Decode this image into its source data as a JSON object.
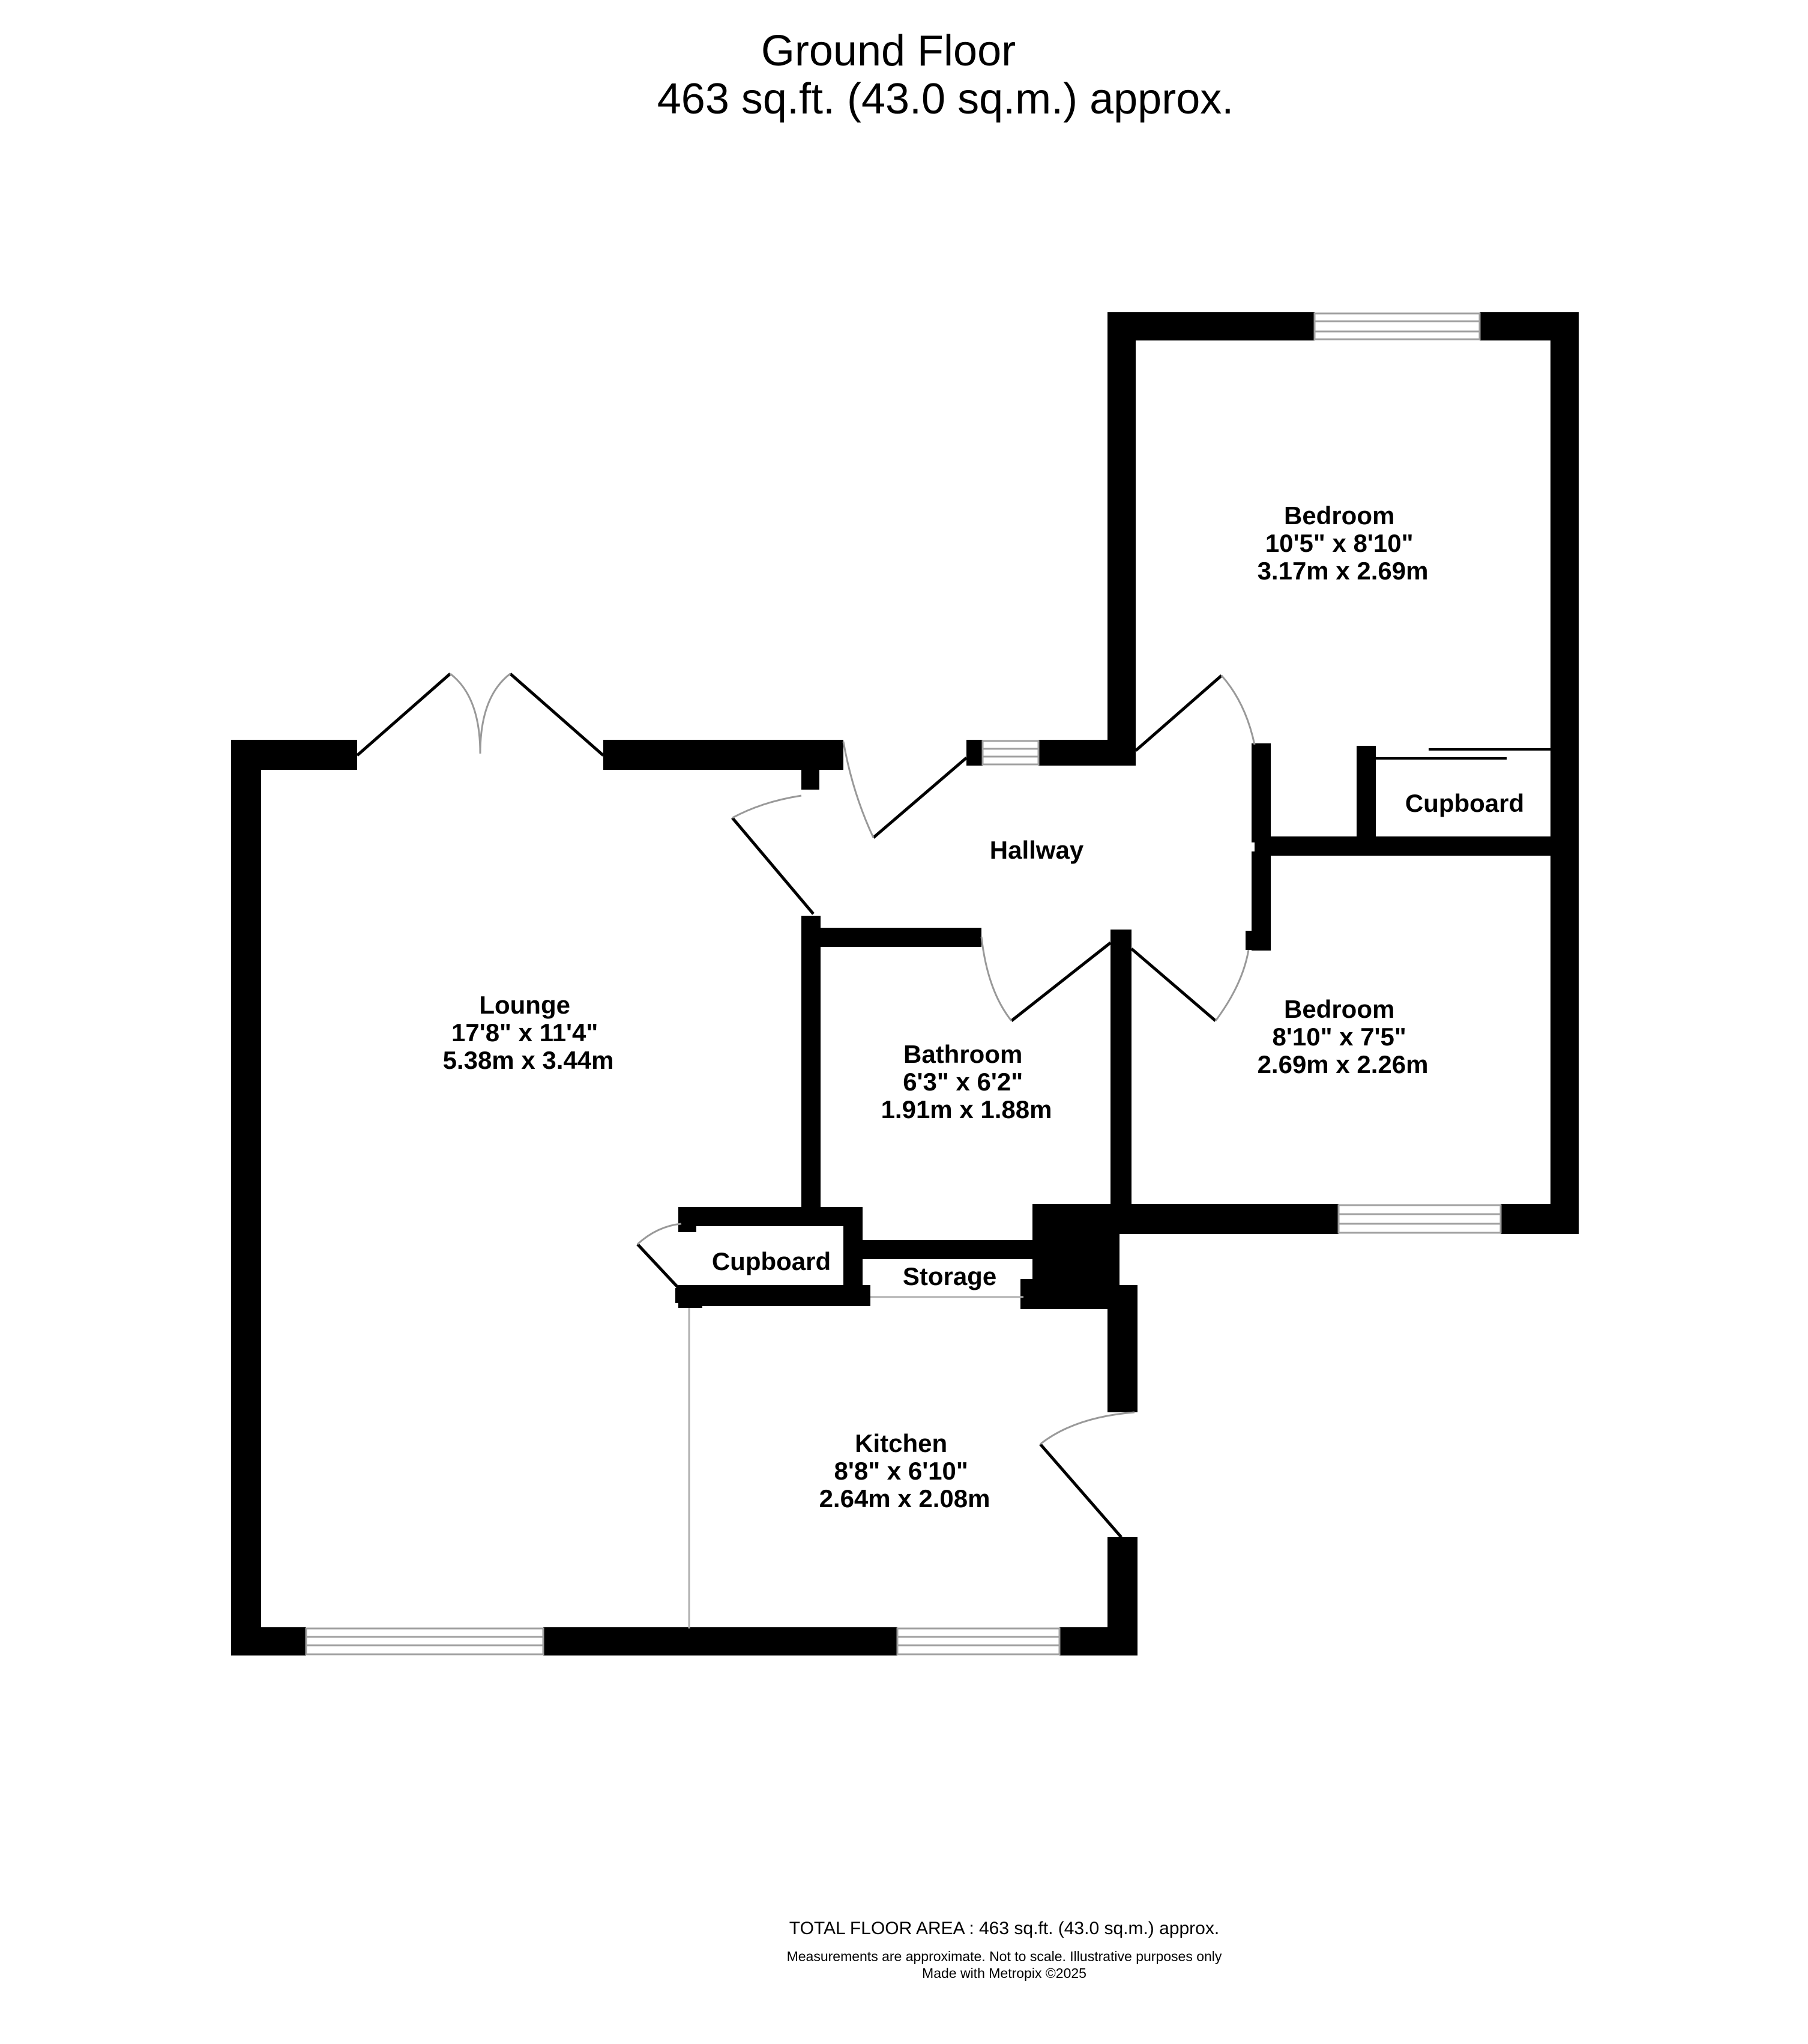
{
  "header": {
    "title": "Ground Floor",
    "subtitle": "463 sq.ft. (43.0 sq.m.) approx."
  },
  "rooms": {
    "bedroom_1": {
      "name": "Bedroom",
      "imperial": "10'5\"  x 8'10\"",
      "metric": "3.17m  x 2.69m"
    },
    "bedroom_2": {
      "name": "Bedroom",
      "imperial": "8'10\"  x 7'5\"",
      "metric": "2.69m  x 2.26m"
    },
    "lounge": {
      "name": "Lounge",
      "imperial": "17'8\"  x 11'4\"",
      "metric": "5.38m  x 3.44m"
    },
    "bathroom": {
      "name": "Bathroom",
      "imperial": "6'3\"  x 6'2\"",
      "metric": "1.91m  x 1.88m"
    },
    "kitchen": {
      "name": "Kitchen",
      "imperial": "8'8\"  x 6'10\"",
      "metric": "2.64m  x 2.08m"
    },
    "hallway": {
      "name": "Hallway"
    },
    "cupboard_1": {
      "name": "Cupboard"
    },
    "cupboard_2": {
      "name": "Cupboard"
    },
    "storage": {
      "name": "Storage"
    }
  },
  "footer": {
    "total": "TOTAL FLOOR AREA : 463 sq.ft. (43.0 sq.m.) approx.",
    "disclaimer": "Measurements are approximate.  Not to scale.  Illustrative purposes only",
    "made_with": "Made with Metropix ©2025"
  },
  "colors": {
    "wall": "#000000",
    "window": "#a0a0a0",
    "door_swing": "#999999",
    "background": "#ffffff"
  }
}
